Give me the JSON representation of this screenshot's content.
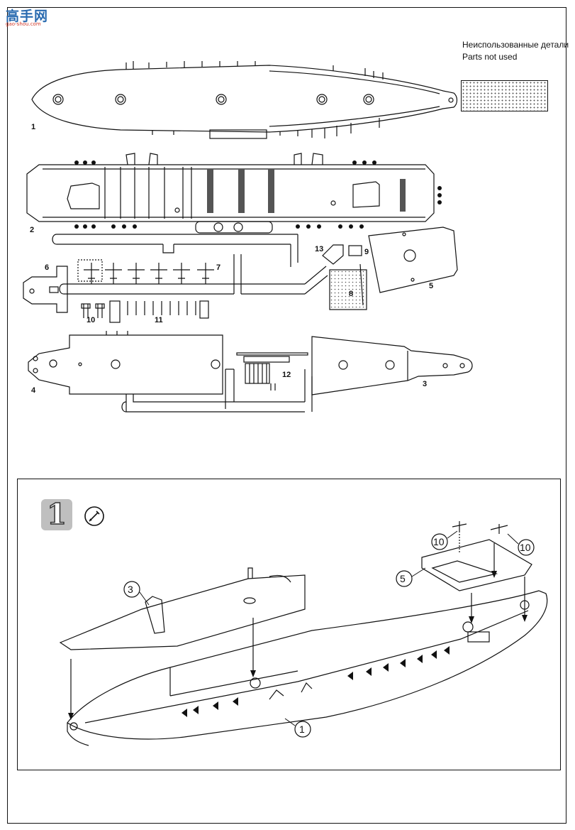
{
  "logo": {
    "chinese": "高手网",
    "url": "gao-shou.com"
  },
  "unused_parts": {
    "russian": "Неиспользованные детали",
    "english": "Parts not used"
  },
  "sprue_labels": [
    "1",
    "2",
    "3",
    "4",
    "5",
    "6",
    "7",
    "8",
    "9",
    "10",
    "11",
    "12",
    "13"
  ],
  "step": {
    "number": "1"
  },
  "callouts": [
    "3",
    "5",
    "10",
    "10",
    "1"
  ]
}
